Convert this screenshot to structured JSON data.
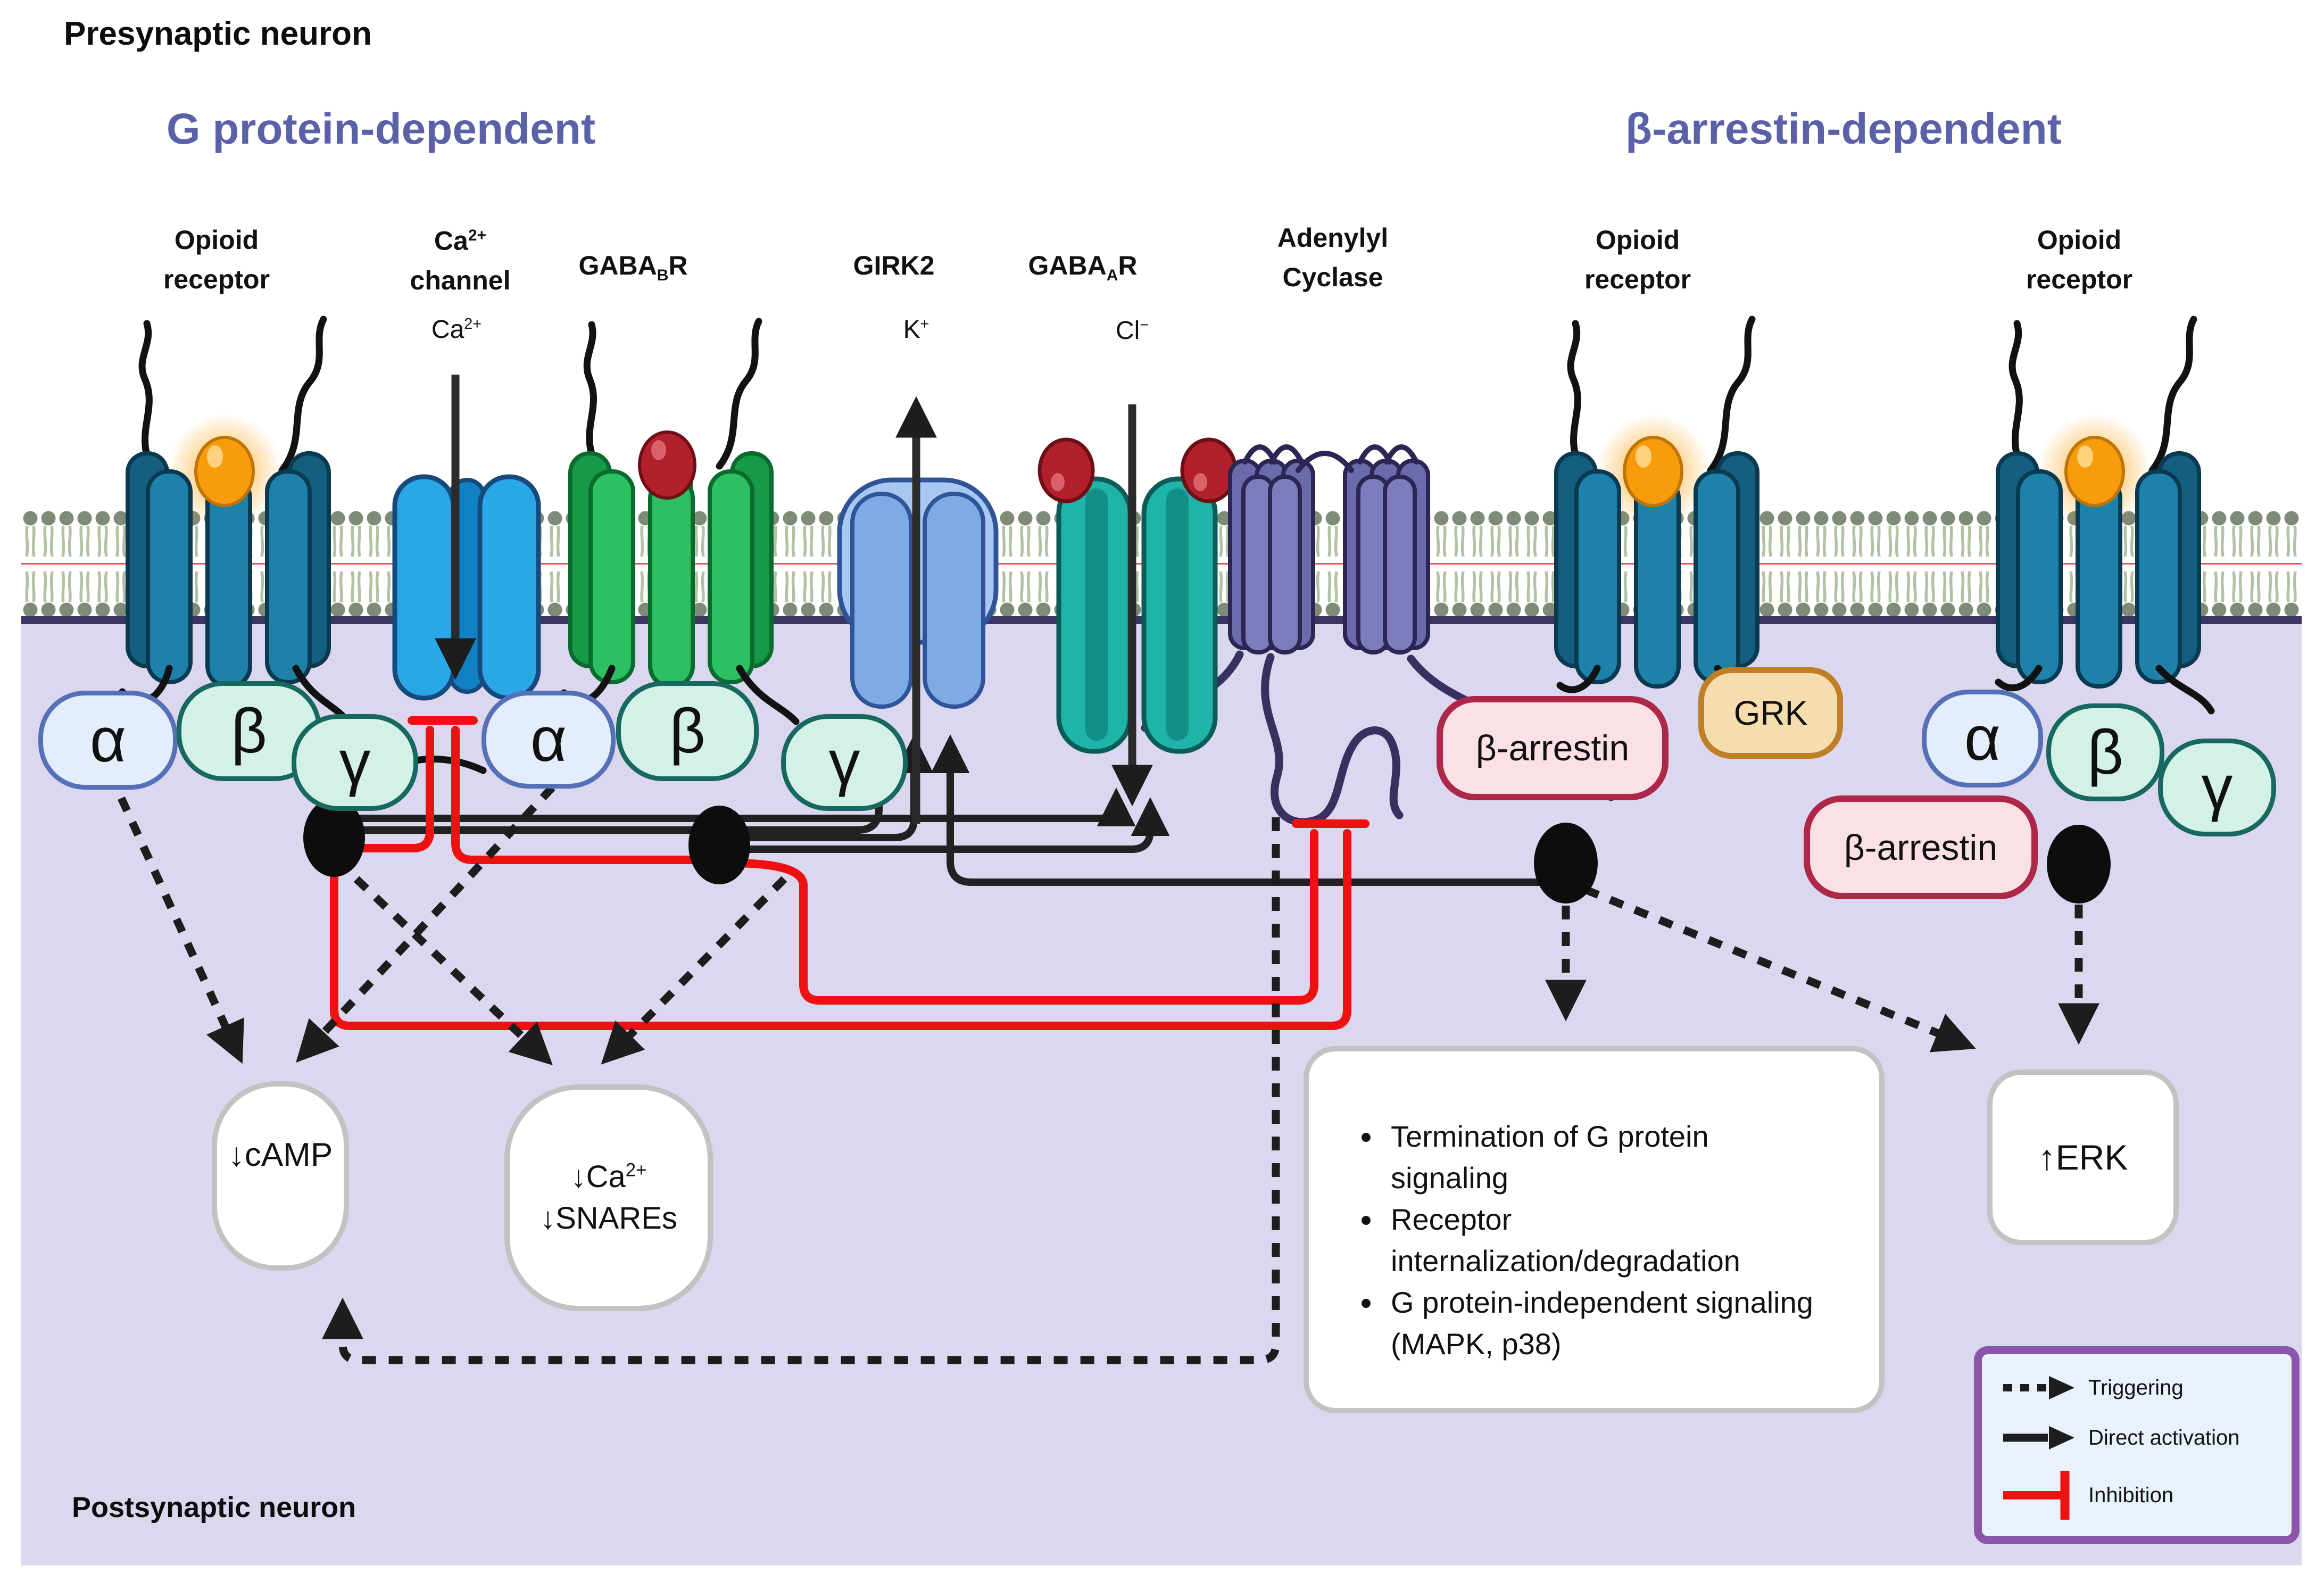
{
  "labels": {
    "presynaptic": "Presynaptic neuron",
    "postsynaptic": "Postsynaptic neuron"
  },
  "pathways": {
    "g_protein": "G protein-dependent",
    "beta_arrestin": "β-arrestin-dependent"
  },
  "receptors": {
    "opioid1": {
      "line1": "Opioid",
      "line2": "receptor"
    },
    "ca_channel": {
      "base": "Ca",
      "sup": "2+",
      "line2": "channel",
      "ion_base": "Ca",
      "ion_sup": "2+"
    },
    "gabab": {
      "pre": "GABA",
      "sub": "B",
      "post": "R"
    },
    "girk2": {
      "label": "GIRK2",
      "ion_base": "K",
      "ion_sup": "+"
    },
    "gabaa": {
      "pre": "GABA",
      "sub": "A",
      "post": "R",
      "ion_base": "Cl",
      "ion_sup": "−"
    },
    "adenylyl_cyclase": {
      "line1": "Adenylyl",
      "line2": "Cyclase"
    },
    "opioid3": {
      "line1": "Opioid",
      "line2": "receptor"
    },
    "opioid4": {
      "line1": "Opioid",
      "line2": "receptor"
    }
  },
  "g_protein": {
    "alpha": "α",
    "beta": "β",
    "gamma": "γ"
  },
  "proteins": {
    "beta_arrestin": "β-arrestin",
    "grk": "GRK"
  },
  "outputs": {
    "camp": "↓cAMP",
    "ca_snares": {
      "line1_base": "↓Ca",
      "line1_sup": "2+",
      "line2": "↓SNAREs"
    },
    "erk": "↑ERK",
    "arrestin_effects": [
      "Termination of G protein signaling",
      "Receptor internalization/degradation",
      "G protein-independent signaling (MAPK, p38)"
    ]
  },
  "legend": {
    "triggering": "Triggering",
    "direct_activation": "Direct activation",
    "inhibition": "Inhibition"
  },
  "colors": {
    "pathway_header": "#5a61a9",
    "inhibition_red": "#ee1111",
    "arrow_black": "#1d1d1d",
    "cytoplasm": "#dad7ef",
    "membrane_head": "#7e8b77"
  }
}
